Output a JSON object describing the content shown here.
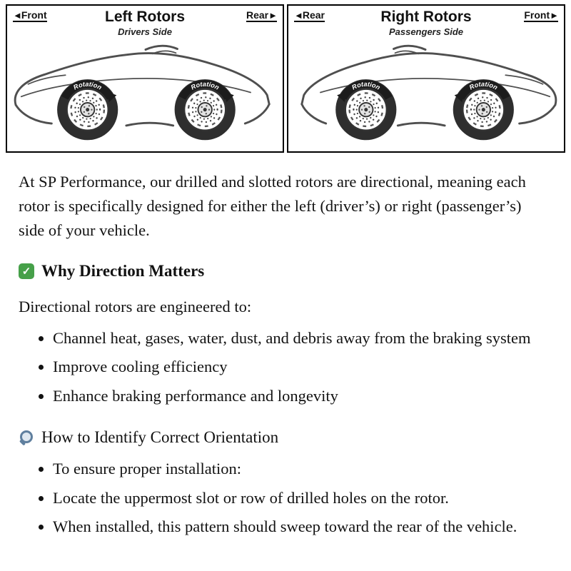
{
  "diagram": {
    "arrow_left": "◄",
    "arrow_right": "►",
    "rotation_label": "Rotation",
    "panels": [
      {
        "leading_label": "Front",
        "trailing_label": "Rear",
        "title": "Left Rotors",
        "subtitle": "Drivers Side"
      },
      {
        "leading_label": "Rear",
        "trailing_label": "Front",
        "title": "Right Rotors",
        "subtitle": "Passengers Side"
      }
    ]
  },
  "article": {
    "intro": "At SP Performance, our drilled and slotted rotors are directional, meaning each rotor is specifically designed for either the left (driver’s) or right (passenger’s) side of your vehicle.",
    "section_direction": {
      "icon_glyph": "✓",
      "heading": "Why Direction Matters",
      "lead": "Directional rotors are engineered to:",
      "bullets": [
        "Channel heat, gases, water, dust, and debris away from the braking system",
        "Improve cooling efficiency",
        "Enhance braking performance and longevity"
      ]
    },
    "section_orientation": {
      "heading": "How to Identify Correct Orientation",
      "bullets": [
        "To ensure proper installation:",
        "Locate the uppermost slot or row of drilled holes on the rotor.",
        "When installed, this pattern should sweep toward the rear of the vehicle."
      ]
    }
  }
}
